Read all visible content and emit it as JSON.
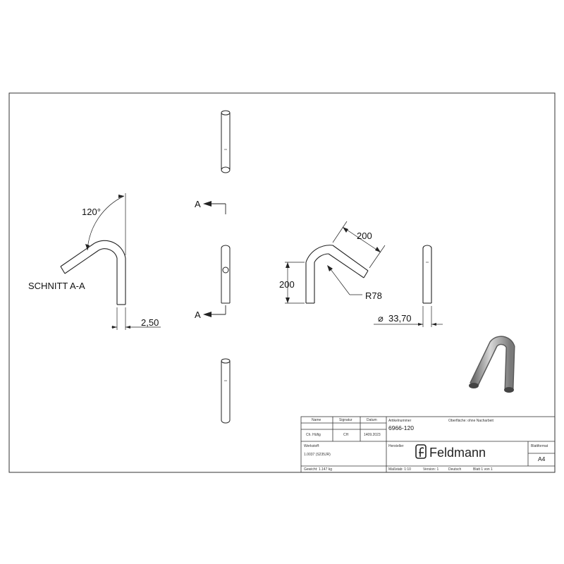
{
  "section_label": "SCHNITT A-A",
  "section_marker": "A",
  "dimensions": {
    "angle": "120°",
    "wall": "2,50",
    "length_a": "200",
    "length_b": "200",
    "radius": "R78",
    "diameter": "33,70"
  },
  "title_block": {
    "headers": {
      "name": "Name",
      "signature": "Signatur",
      "date": "Datum"
    },
    "row": {
      "name": "Ch. Hüfig",
      "signature": "CH",
      "date": "1409.2023"
    },
    "article_label": "Artikelnummer",
    "article_number": "6966-120",
    "surface": "Oberfläche: ohne Nacharbeit",
    "material_label": "Werkstoff:",
    "material_value": "1.0037 (S235JR)",
    "manufacturer_label": "Hersteller",
    "logo_text": "Feldmann",
    "format_label": "Blattformat",
    "format_value": "A4",
    "weight": "Gewicht: 1.147 kg",
    "scale": "Maßstab: 1:10",
    "version": "Version: 1",
    "language": "Deutsch",
    "sheet": "Blatt 1 von 1"
  },
  "colors": {
    "line": "#222222",
    "frame": "#333333",
    "tube_shade": "#8a8a8a"
  }
}
